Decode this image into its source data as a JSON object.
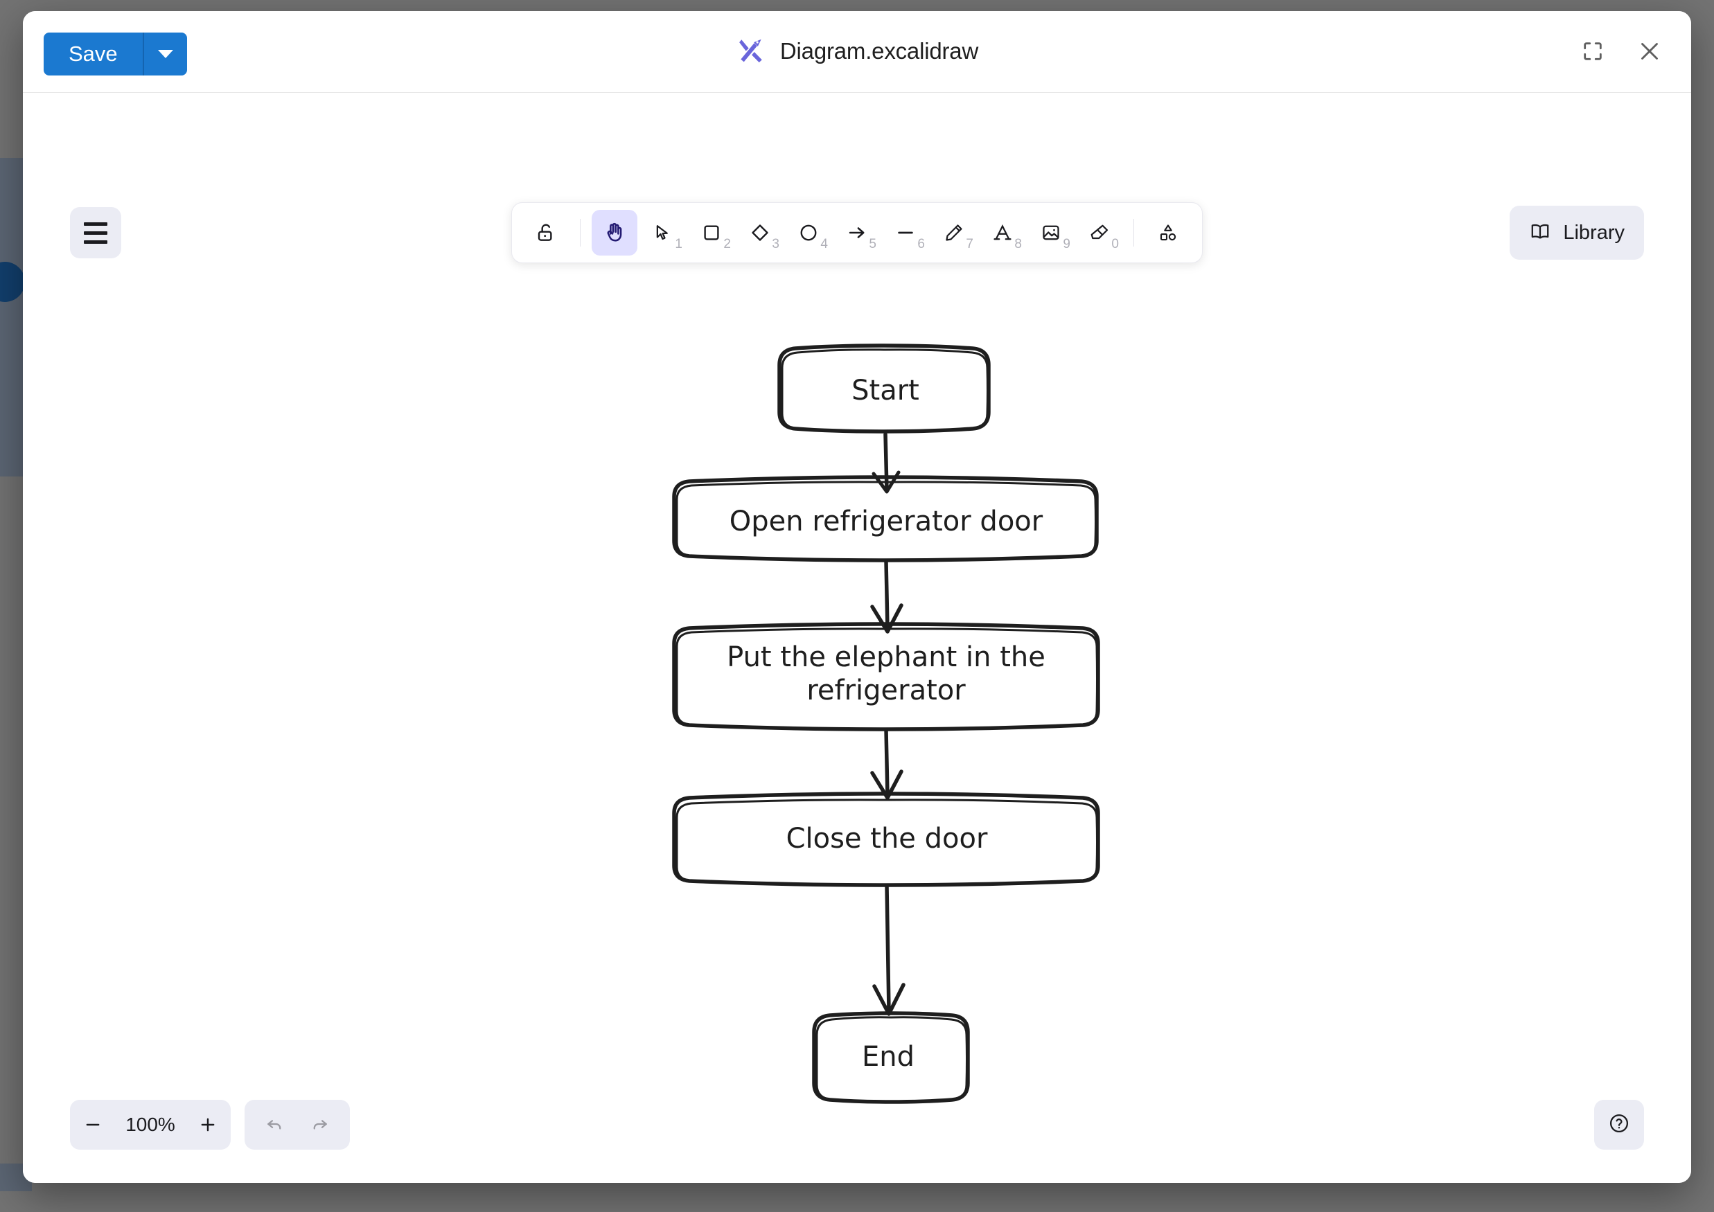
{
  "window": {
    "title": "Diagram.excalidraw",
    "logo_icon": "excalidraw-logo-icon",
    "fullscreen_icon": "fullscreen-icon",
    "close_icon": "close-icon"
  },
  "toolbar_top": {
    "save_label": "Save",
    "save_caret_icon": "chevron-down-icon"
  },
  "canvas_ui": {
    "menu_icon": "hamburger-menu-icon",
    "library_label": "Library",
    "library_icon": "book-icon",
    "help_icon": "question-mark-icon",
    "zoom_out_label": "−",
    "zoom_value": "100%",
    "zoom_in_label": "+",
    "undo_icon": "undo-icon",
    "redo_icon": "redo-icon"
  },
  "tools": [
    {
      "name": "lock",
      "icon": "lock-open-icon",
      "shortcut": "",
      "active": false
    },
    {
      "name": "hand",
      "icon": "hand-icon",
      "shortcut": "",
      "active": true
    },
    {
      "name": "selection",
      "icon": "cursor-icon",
      "shortcut": "1",
      "active": false
    },
    {
      "name": "rectangle",
      "icon": "square-icon",
      "shortcut": "2",
      "active": false
    },
    {
      "name": "diamond",
      "icon": "diamond-icon",
      "shortcut": "3",
      "active": false
    },
    {
      "name": "ellipse",
      "icon": "circle-icon",
      "shortcut": "4",
      "active": false
    },
    {
      "name": "arrow",
      "icon": "arrow-right-icon",
      "shortcut": "5",
      "active": false
    },
    {
      "name": "line",
      "icon": "line-icon",
      "shortcut": "6",
      "active": false
    },
    {
      "name": "draw",
      "icon": "pencil-icon",
      "shortcut": "7",
      "active": false
    },
    {
      "name": "text",
      "icon": "text-a-icon",
      "shortcut": "8",
      "active": false
    },
    {
      "name": "image",
      "icon": "image-icon",
      "shortcut": "9",
      "active": false
    },
    {
      "name": "eraser",
      "icon": "eraser-icon",
      "shortcut": "0",
      "active": false
    },
    {
      "name": "shapes",
      "icon": "shapes-icon",
      "shortcut": "",
      "active": false
    }
  ],
  "diagram": {
    "style": "hand-drawn flowchart",
    "nodes": [
      {
        "id": "start",
        "label": "Start",
        "lines": [
          "Start"
        ],
        "shape": "rounded-rectangle"
      },
      {
        "id": "open-door",
        "label": "Open refrigerator door",
        "lines": [
          "Open refrigerator door"
        ],
        "shape": "rounded-rectangle"
      },
      {
        "id": "put-elephant",
        "label": "Put the elephant in the refrigerator",
        "lines": [
          "Put the elephant in the",
          "refrigerator"
        ],
        "shape": "rounded-rectangle"
      },
      {
        "id": "close-door",
        "label": "Close the door",
        "lines": [
          "Close the door"
        ],
        "shape": "rounded-rectangle"
      },
      {
        "id": "end",
        "label": "End",
        "lines": [
          "End"
        ],
        "shape": "rounded-rectangle"
      }
    ],
    "edges": [
      {
        "from": "start",
        "to": "open-door"
      },
      {
        "from": "open-door",
        "to": "put-elephant"
      },
      {
        "from": "put-elephant",
        "to": "close-door"
      },
      {
        "from": "close-door",
        "to": "end"
      }
    ]
  },
  "colors": {
    "accent_blue": "#1b79d0",
    "logo_purple": "#6965db",
    "tool_active_bg": "#e0dfff",
    "island_bg": "#ebecf4",
    "stroke": "#1e1e1e",
    "backdrop": "#737373"
  }
}
